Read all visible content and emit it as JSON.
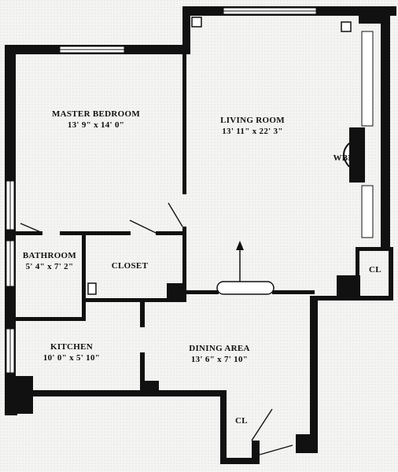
{
  "rooms": {
    "master_bedroom": {
      "name": "MASTER BEDROOM",
      "dims": "13' 9\" x 14' 0\""
    },
    "living_room": {
      "name": "LIVING ROOM",
      "dims": "13' 11\" x 22' 3\""
    },
    "bathroom": {
      "name": "BATHROOM",
      "dims": "5' 4\" x 7' 2\""
    },
    "closet": {
      "name": "CLOSET"
    },
    "kitchen": {
      "name": "KITCHEN",
      "dims": "10' 0\" x 5' 10\""
    },
    "dining_area": {
      "name": "DINING AREA",
      "dims": "13' 6\" x 7' 10\""
    }
  },
  "fixtures": {
    "fireplace": "WBFP",
    "closet_right": "CL",
    "closet_bottom": "CL"
  },
  "colors": {
    "wall": "#111111",
    "paper": "#f4f4f2"
  }
}
